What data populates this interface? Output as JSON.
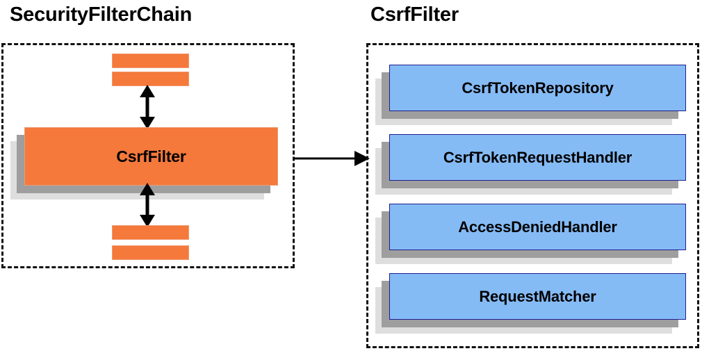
{
  "diagram": {
    "title_left": "SecurityFilterChain",
    "title_right": "CsrfFilter",
    "colors": {
      "orange_fill": "#f4793b",
      "orange_border": "#f09a72",
      "blue_fill": "#85bbf5",
      "blue_border": "#1d1d8f",
      "shadow_near": "#9e9e9e",
      "shadow_far": "#dedede",
      "panel_border": "#111111",
      "arrow": "#000000"
    }
  },
  "left_panel": {
    "title": "SecurityFilterChain",
    "main_node": {
      "label": "CsrfFilter"
    },
    "stubs": [
      {
        "name": "filter-stub-top-1"
      },
      {
        "name": "filter-stub-top-2"
      },
      {
        "name": "filter-stub-bottom-1"
      },
      {
        "name": "filter-stub-bottom-2"
      }
    ],
    "arrows": [
      {
        "name": "vertical-double-arrow-above-csrffilter",
        "direction": "both"
      },
      {
        "name": "vertical-double-arrow-below-csrffilter",
        "direction": "both"
      }
    ]
  },
  "right_panel": {
    "title": "CsrfFilter",
    "nodes": [
      {
        "label": "CsrfTokenRepository"
      },
      {
        "label": "CsrfTokenRequestHandler"
      },
      {
        "label": "AccessDeniedHandler"
      },
      {
        "label": "RequestMatcher"
      }
    ]
  },
  "connector": {
    "name": "csrffilter-to-collaborators-arrow",
    "direction": "right"
  }
}
